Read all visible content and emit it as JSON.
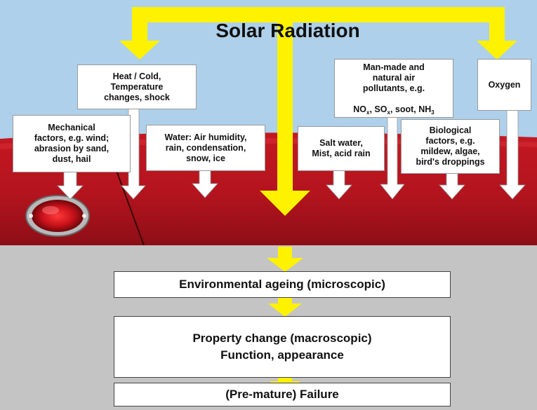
{
  "title": "Solar Radiation",
  "factors": [
    {
      "id": "heat",
      "text": "Heat / Cold,\nTemperature\nchanges, shock"
    },
    {
      "id": "mechanical",
      "text": "Mechanical\nfactors, e.g. wind;\nabrasion by sand,\ndust, hail"
    },
    {
      "id": "water",
      "text": "Water: Air humidity,\nrain, condensation,\nsnow, ice"
    },
    {
      "id": "pollutants",
      "lines": [
        "Man-made and",
        "natural air",
        "pollutants, e.g."
      ],
      "formula": [
        {
          "t": "NO"
        },
        {
          "sub": "x"
        },
        {
          "t": ", SO"
        },
        {
          "sub": "x"
        },
        {
          "t": ", soot, NH"
        },
        {
          "sub": "3"
        }
      ]
    },
    {
      "id": "salt",
      "text": "Salt water,\nMist, acid rain"
    },
    {
      "id": "biological",
      "text": "Biological\nfactors, e.g.\nmildew, algae,\nbird's droppings"
    },
    {
      "id": "oxygen",
      "text": "Oxygen"
    }
  ],
  "stages": [
    {
      "id": "ageing",
      "text": "Environmental ageing (microscopic)"
    },
    {
      "id": "property",
      "text": "Property change (macroscopic)\nFunction, appearance"
    },
    {
      "id": "failure",
      "text": "(Pre-mature) Failure"
    }
  ],
  "colors": {
    "sky": "#aed0ea",
    "car_paint": "#b3141e",
    "car_paint_dark": "#8d0e16",
    "lower_panel": "#c4c4c4",
    "arrow_yellow": "#fff200",
    "arrow_white": "#ffffff"
  }
}
